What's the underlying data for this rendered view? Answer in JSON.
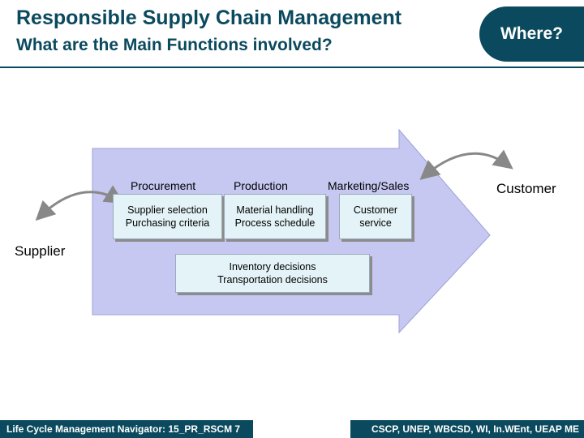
{
  "header": {
    "title": "Responsible Supply Chain Management",
    "subtitle": "What are the Main Functions involved?",
    "badge": "Where?"
  },
  "functions": {
    "procurement": "Procurement",
    "production": "Production",
    "marketing": "Marketing/Sales"
  },
  "boxes": {
    "procurement": [
      "Supplier selection",
      "Purchasing criteria"
    ],
    "production": [
      "Material handling",
      "Process schedule"
    ],
    "marketing": [
      "Customer",
      "service"
    ],
    "logistics": [
      "Inventory decisions",
      "Transportation decisions"
    ]
  },
  "parties": {
    "supplier": "Supplier",
    "customer": "Customer"
  },
  "footer": {
    "left": "Life Cycle Management Navigator: 15_PR_RSCM 7",
    "right": "CSCP, UNEP, WBCSD, WI, In.WEnt, UEAP ME"
  },
  "colors": {
    "brand": "#0b4a5e",
    "arrow_fill": "#c6c8f2",
    "box_fill": "#e4f3f7"
  },
  "icons": {
    "link_arrow": "double-headed-curved-arrow-icon"
  }
}
